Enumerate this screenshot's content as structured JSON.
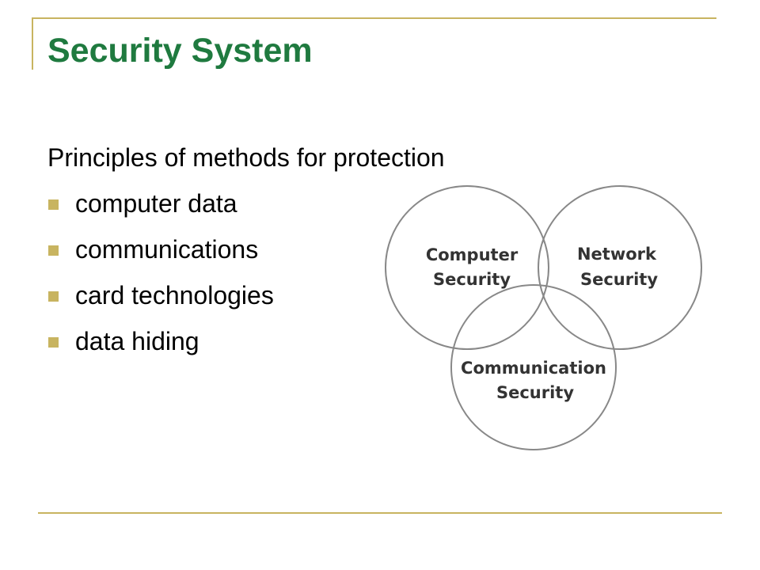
{
  "slide": {
    "title": "Security System",
    "intro": "Principles of methods for protection",
    "bullets": [
      "computer data",
      "communications",
      "card technologies",
      "data hiding"
    ]
  },
  "diagram": {
    "circles": [
      {
        "lines": [
          "Computer",
          "Security"
        ]
      },
      {
        "lines": [
          "Network",
          "Security"
        ]
      },
      {
        "lines": [
          "Communication",
          "Security"
        ]
      }
    ]
  },
  "colors": {
    "title": "#1f7a3f",
    "accent": "#c8b460",
    "text": "#000000",
    "circle_stroke": "#888888"
  }
}
